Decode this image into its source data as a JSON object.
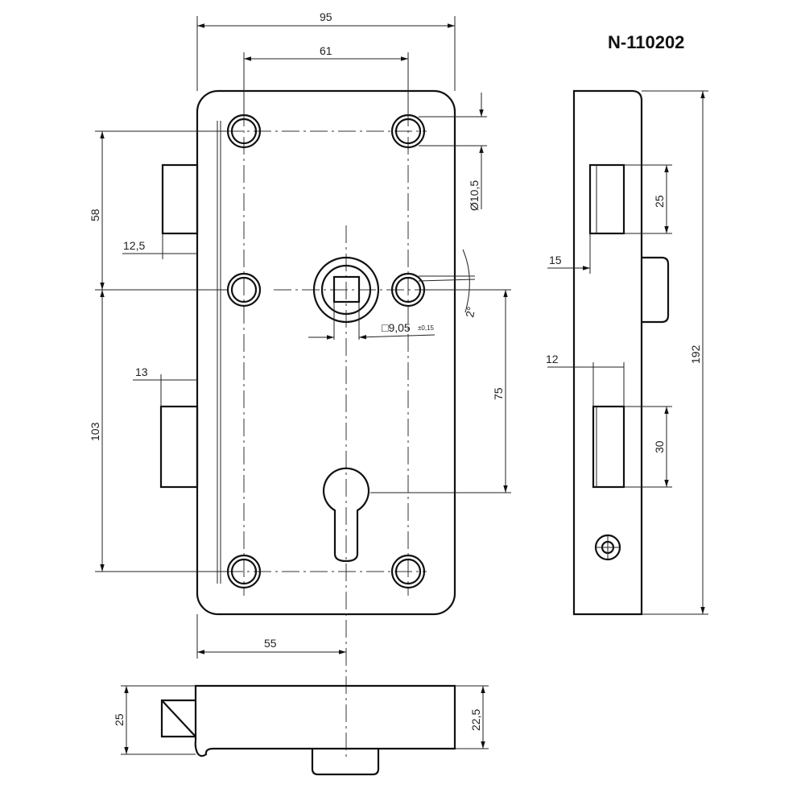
{
  "title": "N-110202",
  "dims": {
    "width_95": "95",
    "holes_61": "61",
    "d58": "58",
    "d103": "103",
    "d12_5": "12,5",
    "d13": "13",
    "d75": "75",
    "d55": "55",
    "hole_dia": "Ø10,5",
    "spindle": "□9,05",
    "spindle_tol": "±0,15",
    "angle": "2°",
    "side_25": "25",
    "side_15": "15",
    "side_12": "12",
    "side_30": "30",
    "side_192": "192",
    "bottom_25": "25",
    "bottom_22_5": "22,5"
  }
}
